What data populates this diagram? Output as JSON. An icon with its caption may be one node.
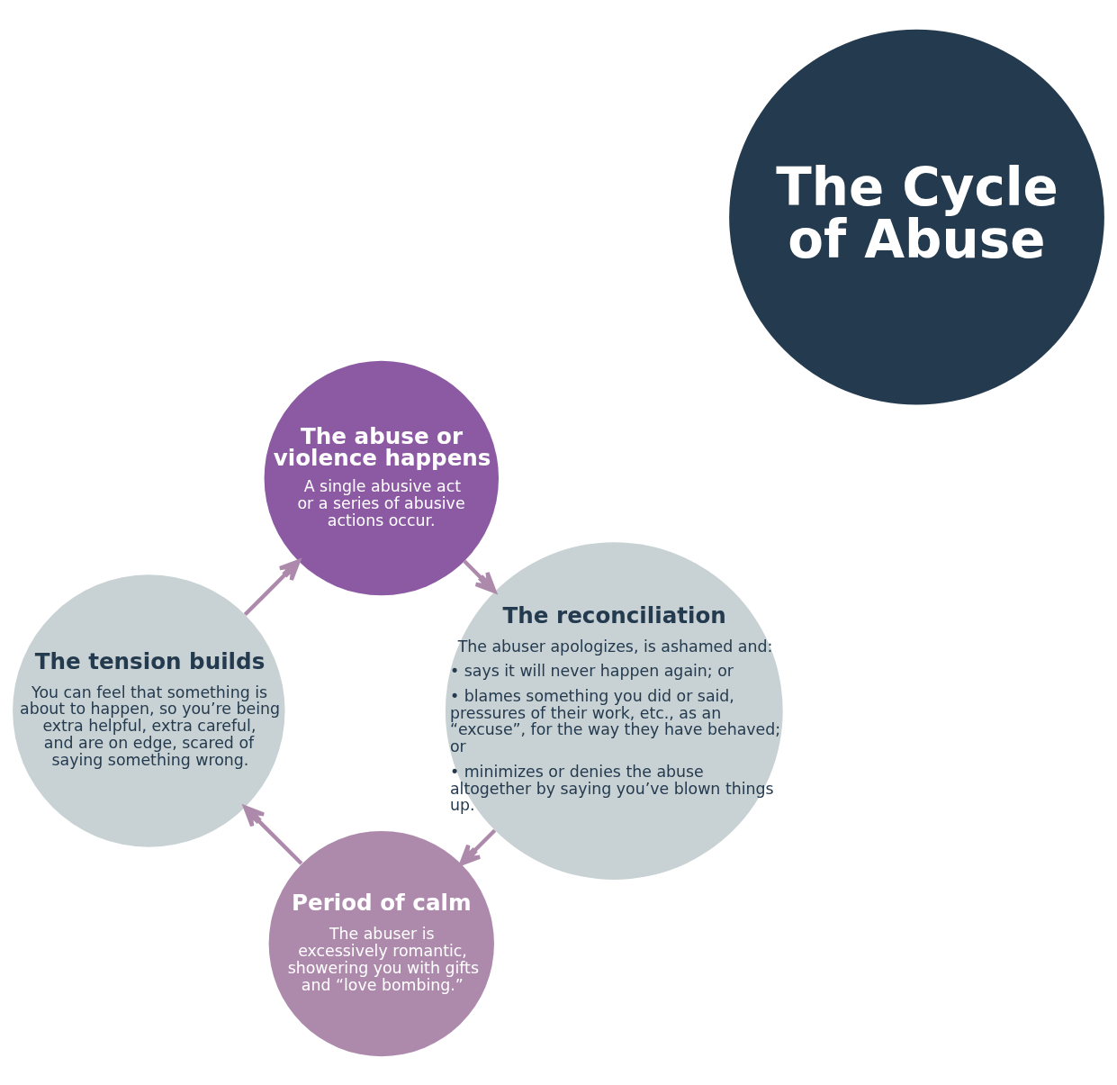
{
  "diagram": {
    "nodes": [
      {
        "text": [
          "The Cycle of Abuse"
        ]
      },
      {
        "text": [
          "Period of calm",
          "The abuser is excessively romantic, showering you with gifts and “love bombing.”"
        ]
      },
      {
        "text": [
          "The tension builds",
          "You can feel that something is about to happen, so you’re being extra helpful, extra careful, and are on edge, scared of saying something wrong."
        ]
      },
      {
        "text": [
          "The abuse or violence happens",
          "A single abusive act or a series of abusive actions occur."
        ]
      },
      {
        "text": [
          "The reconciliation",
          "The abuser apologizes, is ashamed and:",
          "• says it will never happen again; or",
          "• blames something you did or said, pressures of their work, etc., as an “excuse”, for the way they have behaved; or",
          "• minimizes or denies the abuse altogether by saying you’ve blown things up."
        ]
      }
    ],
    "edges": [
      {
        "from": 1,
        "to": 2,
        "arrow": "to"
      },
      {
        "from": 2,
        "to": 3,
        "arrow": "to"
      },
      {
        "from": 3,
        "to": 4,
        "arrow": "to"
      },
      {
        "from": 4,
        "to": 1,
        "arrow": "to"
      }
    ]
  }
}
